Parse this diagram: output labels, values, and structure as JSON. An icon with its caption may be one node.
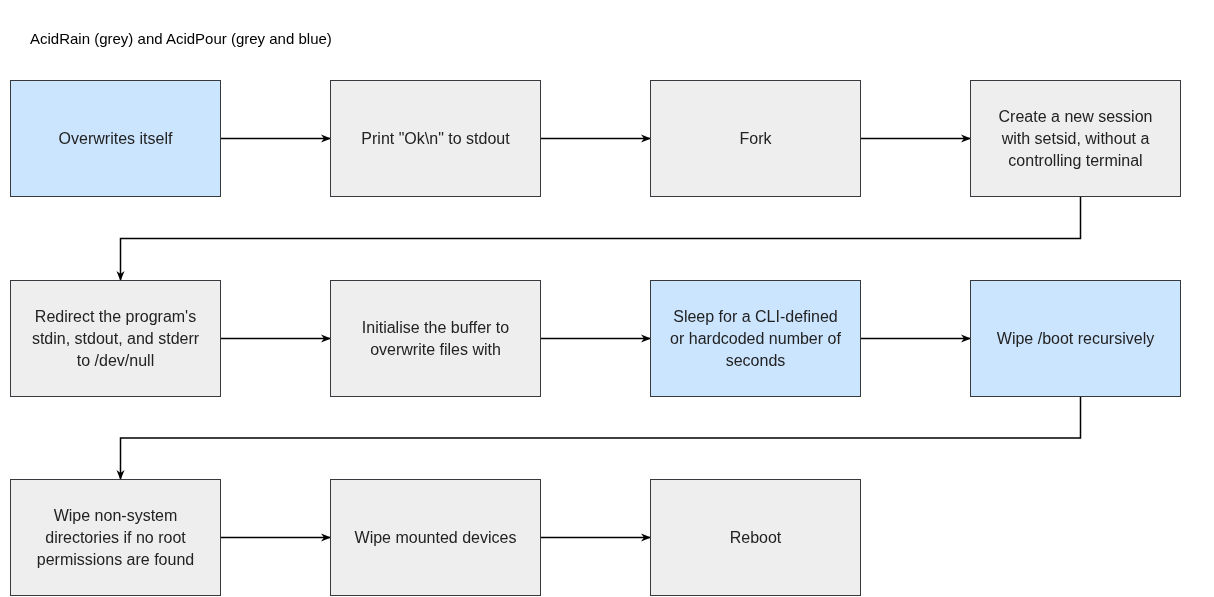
{
  "diagram": {
    "title": "AcidRain (grey) and AcidPour (grey and blue)",
    "nodes": [
      {
        "text": [
          "Overwrites itself"
        ]
      },
      {
        "text": [
          "Print \"Ok\\n\" to stdout"
        ]
      },
      {
        "text": [
          "Fork"
        ]
      },
      {
        "text": [
          "Create a new session with setsid, without a controlling terminal"
        ]
      },
      {
        "text": [
          "Redirect the program's stdin, stdout, and stderr to /dev/null"
        ]
      },
      {
        "text": [
          "Initialise the buffer to overwrite files with"
        ]
      },
      {
        "text": [
          "Sleep for a CLI-defined or hardcoded number of seconds"
        ]
      },
      {
        "text": [
          "Wipe /boot recursively"
        ]
      },
      {
        "text": [
          "Wipe non-system directories if no root permissions are found"
        ]
      },
      {
        "text": [
          "Wipe mounted devices"
        ]
      },
      {
        "text": [
          "Reboot"
        ]
      }
    ],
    "edges": [
      {
        "from": 0,
        "to": 1,
        "arrow": "to"
      },
      {
        "from": 1,
        "to": 2,
        "arrow": "to"
      },
      {
        "from": 2,
        "to": 3,
        "arrow": "to"
      },
      {
        "from": 3,
        "to": 4,
        "arrow": "to"
      },
      {
        "from": 4,
        "to": 5,
        "arrow": "to"
      },
      {
        "from": 5,
        "to": 6,
        "arrow": "to"
      },
      {
        "from": 6,
        "to": 7,
        "arrow": "to"
      },
      {
        "from": 7,
        "to": 8,
        "arrow": "to"
      },
      {
        "from": 8,
        "to": 9,
        "arrow": "to"
      },
      {
        "from": 9,
        "to": 10,
        "arrow": "to"
      }
    ]
  }
}
